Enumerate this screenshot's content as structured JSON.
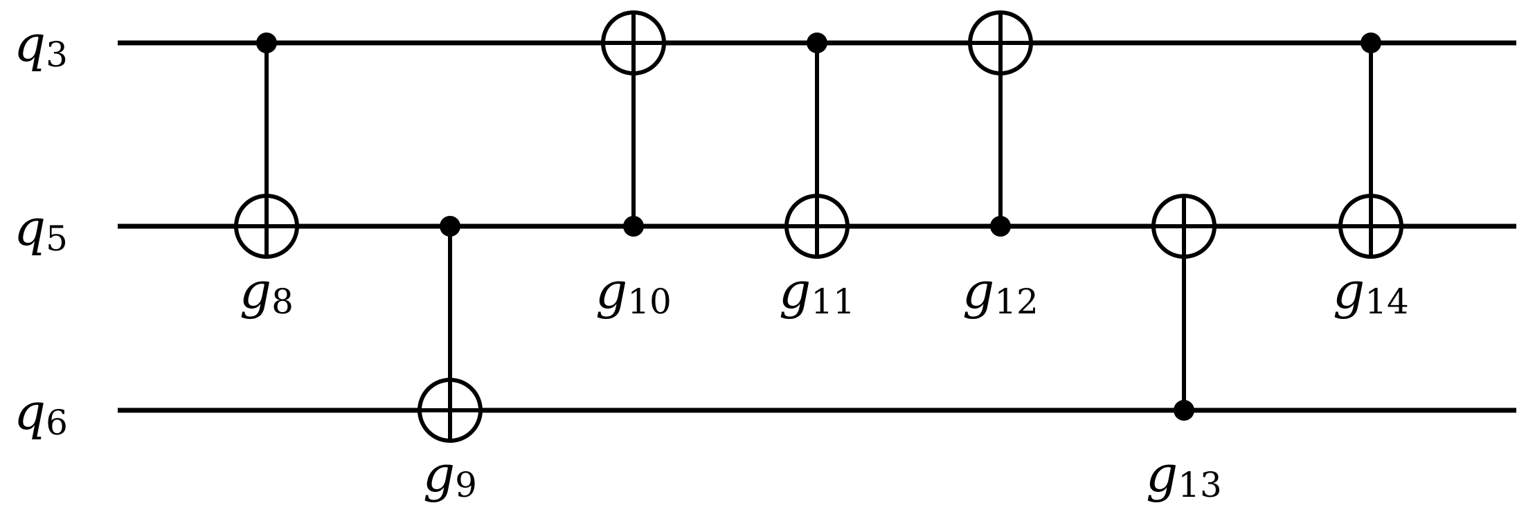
{
  "qubits": [
    {
      "id": "q3",
      "letter": "q",
      "index": "3"
    },
    {
      "id": "q5",
      "letter": "q",
      "index": "5"
    },
    {
      "id": "q6",
      "letter": "q",
      "index": "6"
    }
  ],
  "gates": [
    {
      "id": "g8",
      "letter": "g",
      "index": "8",
      "type": "CNOT",
      "control": "q3",
      "target": "q5"
    },
    {
      "id": "g9",
      "letter": "g",
      "index": "9",
      "type": "CNOT",
      "control": "q5",
      "target": "q6"
    },
    {
      "id": "g10",
      "letter": "g",
      "index": "10",
      "type": "CNOT",
      "control": "q5",
      "target": "q3"
    },
    {
      "id": "g11",
      "letter": "g",
      "index": "11",
      "type": "CNOT",
      "control": "q3",
      "target": "q5"
    },
    {
      "id": "g12",
      "letter": "g",
      "index": "12",
      "type": "CNOT",
      "control": "q5",
      "target": "q3"
    },
    {
      "id": "g13",
      "letter": "g",
      "index": "13",
      "type": "CNOT",
      "control": "q6",
      "target": "q5"
    },
    {
      "id": "g14",
      "letter": "g",
      "index": "14",
      "type": "CNOT",
      "control": "q3",
      "target": "q5"
    }
  ],
  "colors": {
    "line": "#000000",
    "background": "#ffffff"
  }
}
